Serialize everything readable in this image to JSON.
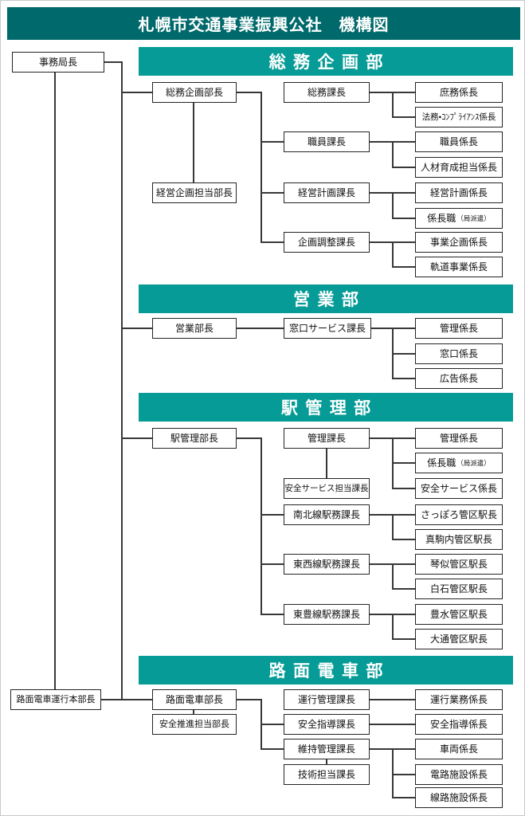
{
  "title": "札幌市交通事業振興公社　機構図",
  "colors": {
    "title_bar": "#00696b",
    "dept_header": "#069b96"
  },
  "executives": {
    "jimukyokucho": "事務局長",
    "romen_unko_honbucho": "路面電車運行本部長"
  },
  "somu": {
    "header": "総務企画部",
    "bucho": "総務企画部長",
    "tanto_bucho": "経営企画担当部長",
    "somu_kacho": "総務課長",
    "shokuin_kacho": "職員課長",
    "keiei_keikaku_kacho": "経営計画課長",
    "kikaku_chosei_kacho": "企画調整課長",
    "shomu_kakaricho": "庶務係長",
    "homu_kakaricho": "法務・ｺﾝﾌﾟﾗｲｱﾝｽ係長",
    "shokuin_kakaricho": "職員係長",
    "jinzai_kakaricho": "人材育成担当係長",
    "keiei_keikaku_kakaricho": "経営計画係長",
    "kakaricho_shoku": "係長職",
    "kakaricho_shoku_note": "（局派遣）",
    "jigyo_kikaku_kakaricho": "事業企画係長",
    "kido_jigyo_kakaricho": "軌道事業係長"
  },
  "eigyo": {
    "header": "営業部",
    "bucho": "営業部長",
    "madoguchi_kacho": "窓口サービス課長",
    "kanri_kakaricho": "管理係長",
    "madoguchi_kakaricho": "窓口係長",
    "kokoku_kakaricho": "広告係長"
  },
  "eki": {
    "header": "駅管理部",
    "bucho": "駅管理部長",
    "kanri_kacho": "管理課長",
    "anzen_tanto_kacho": "安全サービス担当課長",
    "namboku_kacho": "南北線駅務課長",
    "tozai_kacho": "東西線駅務課長",
    "toho_kacho": "東豊線駅務課長",
    "kanri_kakaricho": "管理係長",
    "kakaricho_shoku": "係長職",
    "kakaricho_shoku_note": "（局派遣）",
    "anzen_kakaricho": "安全サービス係長",
    "sapporo_ekicho": "さっぽろ管区駅長",
    "makomanai_ekicho": "真駒内管区駅長",
    "kotoni_ekicho": "琴似管区駅長",
    "shiroishi_ekicho": "白石管区駅長",
    "hosui_ekicho": "豊水管区駅長",
    "odori_ekicho": "大通管区駅長"
  },
  "romen": {
    "header": "路面電車部",
    "bucho": "路面電車部長",
    "anzen_suishin_bucho": "安全推進担当部長",
    "unko_kanri_kacho": "運行管理課長",
    "anzen_shido_kacho": "安全指導課長",
    "iji_kanri_kacho": "維持管理課長",
    "gijutsu_tanto_kacho": "技術担当課長",
    "unko_gyomu_kakaricho": "運行業務係長",
    "anzen_shido_kakaricho": "安全指導係長",
    "sharyo_kakaricho": "車両係長",
    "denro_kakaricho": "電路施設係長",
    "senro_kakaricho": "線路施設係長"
  }
}
